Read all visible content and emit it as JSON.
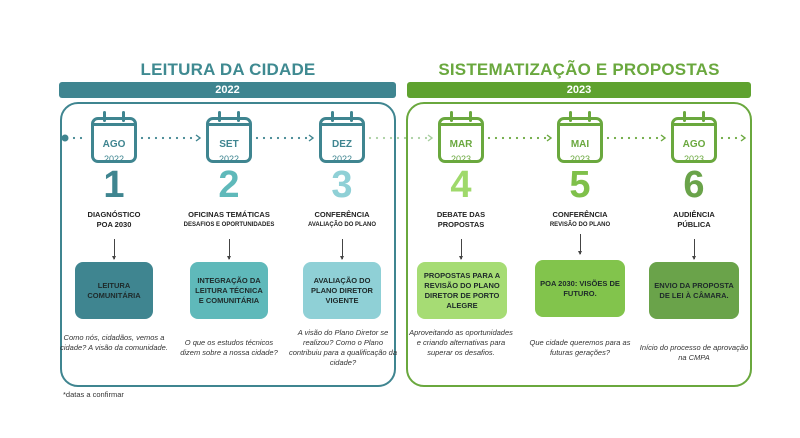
{
  "phases": [
    {
      "title": "LEITURA DA CIDADE",
      "year": "2022",
      "color": "#3f8590"
    },
    {
      "title": "SISTEMATIZAÇÃO E PROPOSTAS",
      "year": "2023",
      "color": "#5fa22f"
    }
  ],
  "steps": [
    {
      "number": "1",
      "month": "AGO",
      "year": "2022",
      "title": "DIAGNÓSTICO",
      "title2": "POA 2030",
      "subtitle": "",
      "box": "LEITURA COMUNITÁRIA",
      "box_color": "#3f8590",
      "num_color": "#3f8590",
      "description": "Como nós, cidadãos, vemos a cidade? A visão da comunidade."
    },
    {
      "number": "2",
      "month": "SET",
      "year": "2022",
      "title": "OFICINAS TEMÁTICAS",
      "title2": "",
      "subtitle": "DESAFIOS E OPORTUNIDADES",
      "box": "INTEGRAÇÃO DA LEITURA TÉCNICA E COMUNITÁRIA",
      "box_color": "#5fb9ba",
      "num_color": "#5fb9ba",
      "description": "O que os estudos técnicos dizem sobre a nossa cidade?"
    },
    {
      "number": "3",
      "month": "DEZ",
      "year": "2022",
      "title": "CONFERÊNCIA",
      "title2": "",
      "subtitle": "AVALIAÇÃO DO PLANO",
      "box": "AVALIAÇÃO DO PLANO DIRETOR VIGENTE",
      "box_color": "#8fd0d6",
      "num_color": "#8fd0d6",
      "description": "A visão do Plano Diretor se realizou? Como o Plano contribuiu para a qualificação da cidade?"
    },
    {
      "number": "4",
      "month": "MAR",
      "year": "2023",
      "title": "DEBATE DAS",
      "title2": "PROPOSTAS",
      "subtitle": "",
      "box": "PROPOSTAS PARA A REVISÃO DO PLANO DIRETOR DE PORTO ALEGRE",
      "box_color": "#a6dc74",
      "num_color": "#9fd96b",
      "description": "Aproveitando as oportunidades e criando alternativas para superar os desafios."
    },
    {
      "number": "5",
      "month": "MAI",
      "year": "2023",
      "title": "CONFERÊNCIA",
      "title2": "",
      "subtitle": "REVISÃO DO PLANO",
      "box": "POA 2030: VISÕES DE FUTURO.",
      "box_color": "#82c44c",
      "num_color": "#7fc04a",
      "description": "Que cidade queremos para as futuras gerações?"
    },
    {
      "number": "6",
      "month": "AGO",
      "year": "2023",
      "title": "AUDIÊNCIA",
      "title2": "PÚBLICA",
      "subtitle": "",
      "box": "ENVIO DA PROPOSTA DE LEI À CÂMARA.",
      "box_color": "#6aa34a",
      "num_color": "#6aa34a",
      "description": "Início do processo de aprovação na CMPA"
    }
  ],
  "footnote": "*datas a confirmar"
}
